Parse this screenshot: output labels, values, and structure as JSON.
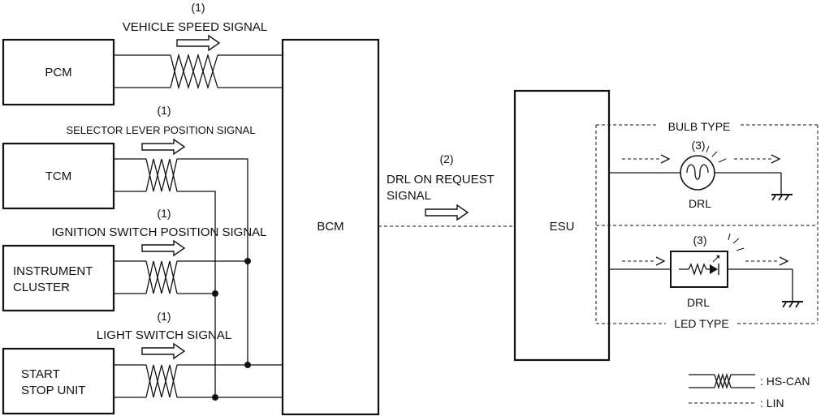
{
  "modules": {
    "pcm": "PCM",
    "tcm": "TCM",
    "instrument_cluster": [
      "INSTRUMENT",
      "CLUSTER"
    ],
    "start_stop_unit": [
      "START",
      "STOP UNIT"
    ],
    "bcm": "BCM",
    "esu": "ESU"
  },
  "signals": {
    "vehicle_speed": {
      "ref": "(1)",
      "label": "VEHICLE SPEED SIGNAL"
    },
    "selector_lever": {
      "ref": "(1)",
      "label": "SELECTOR LEVER POSITION SIGNAL"
    },
    "ignition_switch": {
      "ref": "(1)",
      "label": "IGNITION SWITCH POSITION SIGNAL"
    },
    "light_switch": {
      "ref": "(1)",
      "label": "LIGHT SWITCH SIGNAL"
    },
    "drl_request": {
      "ref": "(2)",
      "label": [
        "DRL ON REQUEST",
        "SIGNAL"
      ]
    }
  },
  "lamps": {
    "bulb_type": {
      "group": "BULB TYPE",
      "ref": "(3)",
      "label": "DRL"
    },
    "led_type": {
      "group": "LED TYPE",
      "ref": "(3)",
      "label": "DRL"
    }
  },
  "legend": {
    "hs_can": ": HS-CAN",
    "lin": ": LIN"
  }
}
